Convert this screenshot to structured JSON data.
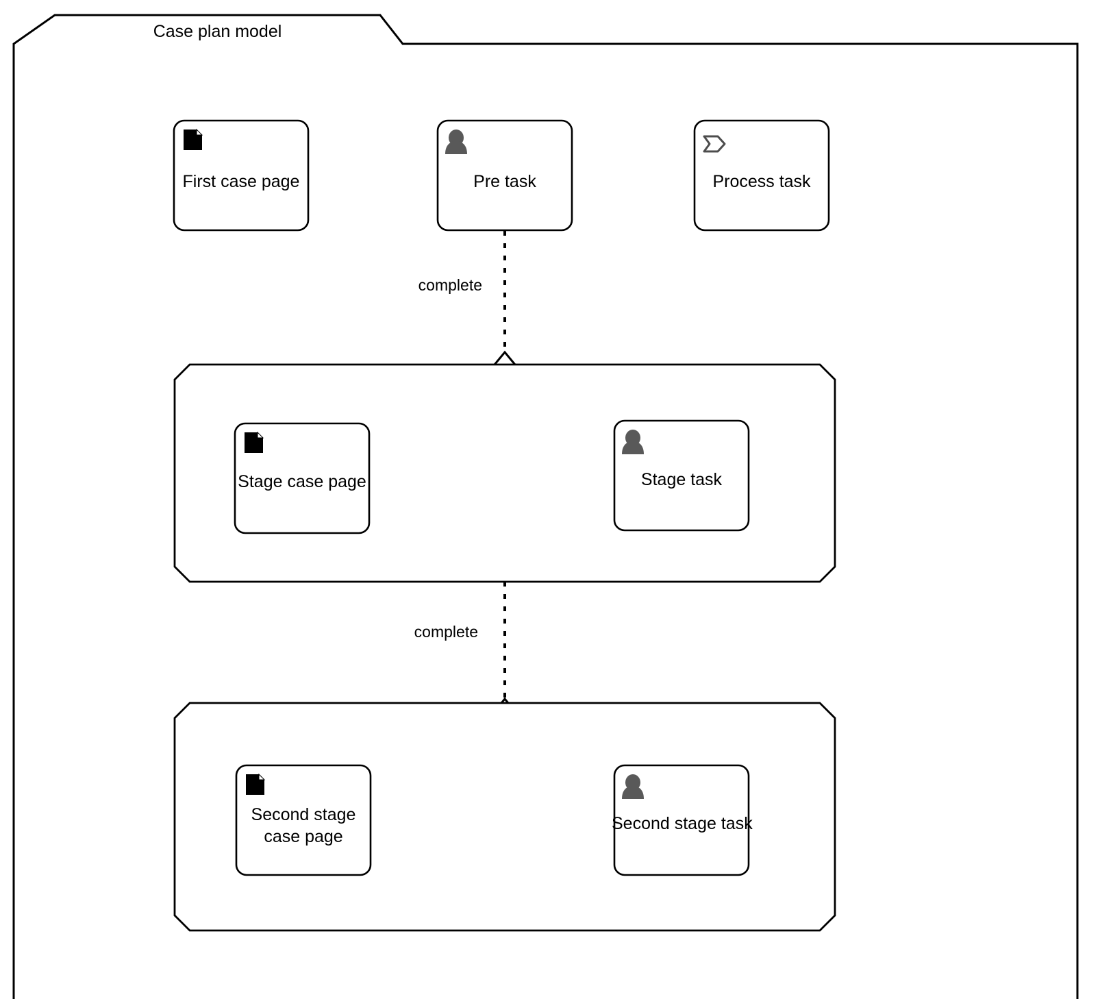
{
  "diagram": {
    "type": "CMMN case plan model",
    "title": "Case plan model",
    "background_color": "#ffffff",
    "line_color": "#000000",
    "icon_page_color": "#000000",
    "icon_person_color": "#595959",
    "icon_process_color": "#4d4d4d"
  },
  "top_level_tasks": [
    {
      "label": "First case page",
      "icon": "page-icon",
      "icon_name": "case-page-icon"
    },
    {
      "label": "Pre task",
      "icon": "person-icon",
      "icon_name": "human-task-icon"
    },
    {
      "label": "Process task",
      "icon": "chevron-icon",
      "icon_name": "process-task-icon"
    }
  ],
  "connectors": [
    {
      "label": "complete",
      "style": "dashed",
      "from": "Pre task",
      "to": "Stage",
      "end_marker": "entry-criterion-diamond"
    },
    {
      "label": "complete",
      "style": "dashed",
      "from": "Stage",
      "to": "Second stage",
      "end_marker": "entry-criterion-diamond"
    }
  ],
  "stages": [
    {
      "name": "stage-one",
      "items": [
        {
          "label": "Stage case page",
          "icon": "page-icon",
          "icon_name": "case-page-icon"
        },
        {
          "label": "Stage task",
          "icon": "person-icon",
          "icon_name": "human-task-icon"
        }
      ]
    },
    {
      "name": "stage-two",
      "items": [
        {
          "label": "Second stage\ncase page",
          "icon": "page-icon",
          "icon_name": "case-page-icon"
        },
        {
          "label": "Second stage task",
          "icon": "person-icon",
          "icon_name": "human-task-icon"
        }
      ]
    }
  ]
}
